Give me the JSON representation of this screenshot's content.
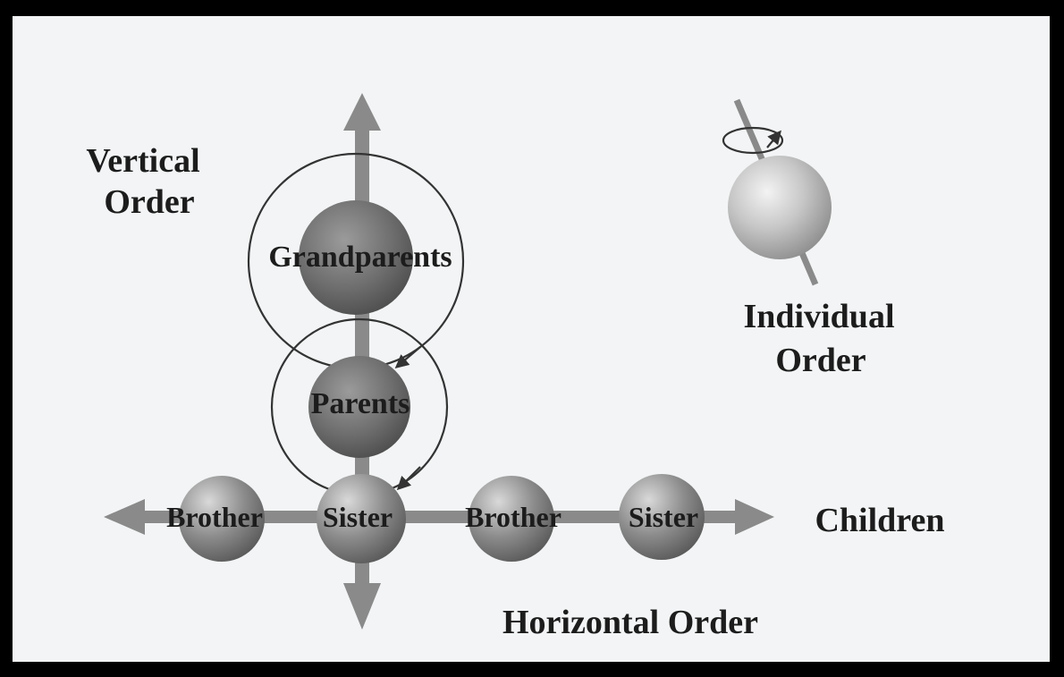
{
  "labels": {
    "vertical_order_line1": "Vertical",
    "vertical_order_line2": "Order",
    "individual_order_line1": "Individual",
    "individual_order_line2": "Order",
    "horizontal_order": "Horizontal Order",
    "children": "Children"
  },
  "nodes": {
    "grandparents": "Grandparents",
    "parents": "Parents",
    "children": [
      "Brother",
      "Sister",
      "Brother",
      "Sister"
    ]
  },
  "colors": {
    "background": "#f2f4f5",
    "frame": "#000000",
    "axis": "#8a8a8a",
    "sphere_dark": "#6b6b6b",
    "sphere_light": "#cfcfcf",
    "orbit": "#333333",
    "text": "#1c1c1c"
  }
}
